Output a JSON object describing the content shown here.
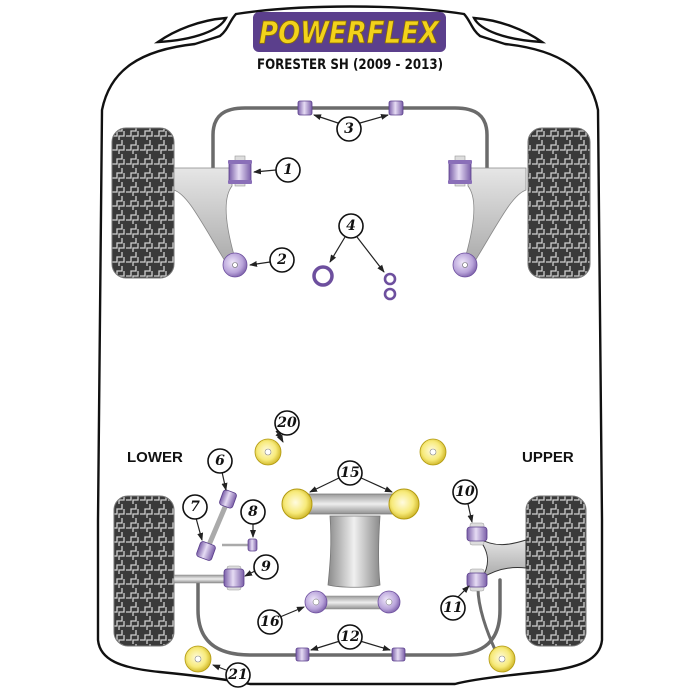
{
  "header": {
    "brand": "POWERFLEX",
    "model": "FORESTER SH (2009 - 2013)"
  },
  "labels": {
    "lower": "LOWER",
    "upper": "UPPER"
  },
  "callouts": {
    "c1": "1",
    "c2": "2",
    "c3": "3",
    "c4": "4",
    "c6": "6",
    "c7": "7",
    "c8": "8",
    "c9": "9",
    "c10": "10",
    "c11": "11",
    "c12": "12",
    "c15": "15",
    "c16": "16",
    "c20": "20",
    "c21": "21"
  },
  "colors": {
    "brand_yellow": "#f2d21b",
    "brand_purple": "#5b3f8c",
    "bush_purple": "#b7a3d6",
    "bush_yellow": "#f4e15a",
    "tyre": "#3a3a3a",
    "arm_grey": "#c9c9c9"
  }
}
